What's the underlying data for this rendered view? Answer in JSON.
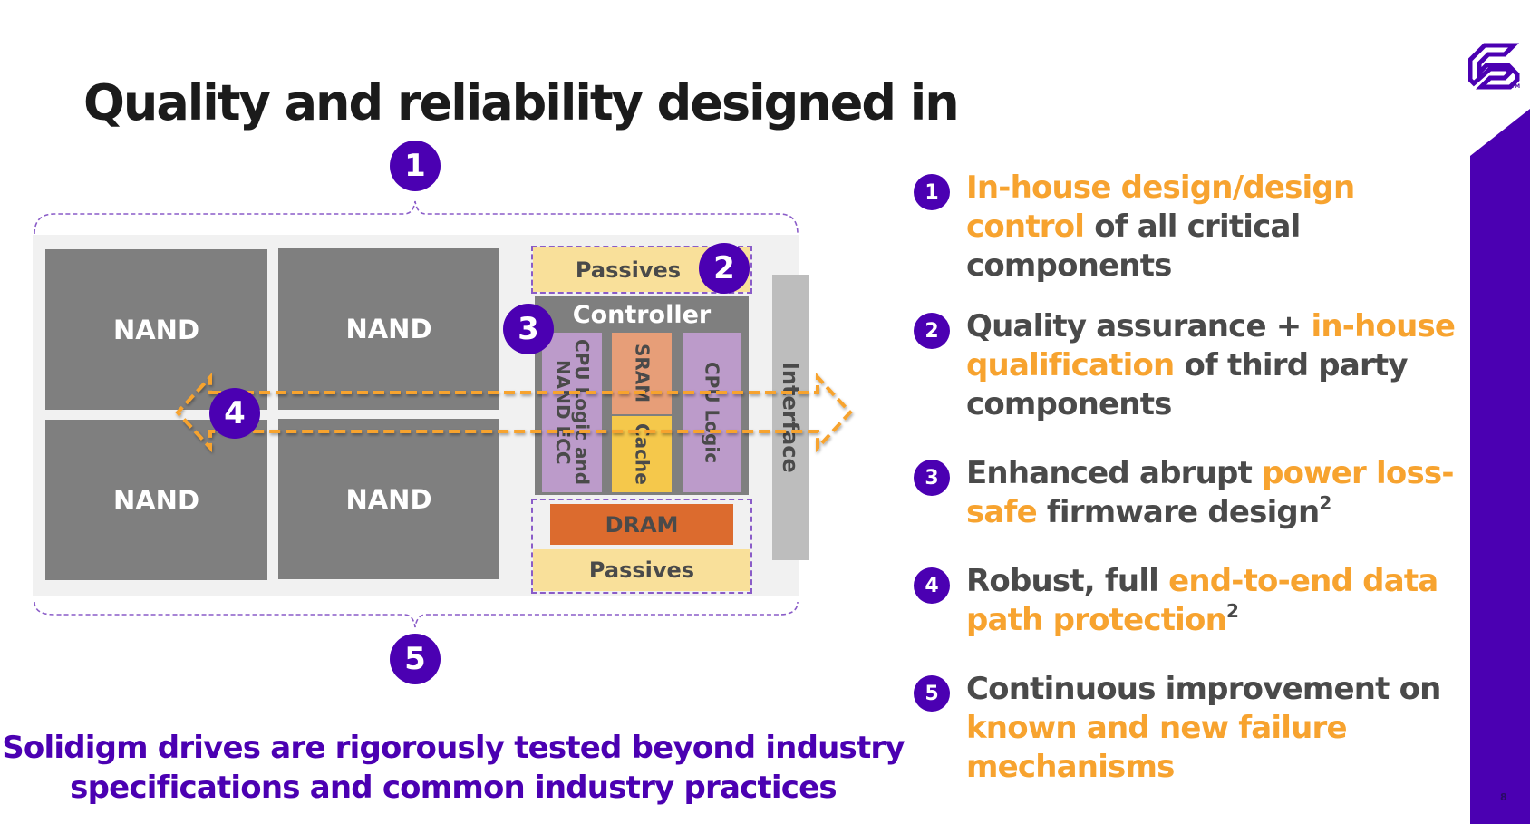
{
  "slide": {
    "title": "Quality and reliability designed in",
    "page_number": "8",
    "trademark": "TM",
    "colors": {
      "brand_purple": "#4b00b2",
      "highlight_orange": "#f7a32f",
      "text_gray": "#4a4a4a",
      "nand_gray": "#7f7f7f",
      "passives_yellow": "#f9e09a",
      "dram_orange": "#dc6b2e",
      "chip_purple": "#bc9bca",
      "sram_salmon": "#e79e78",
      "cache_yellow": "#f5c84b"
    }
  },
  "diagram": {
    "markers": [
      "1",
      "2",
      "3",
      "4",
      "5"
    ],
    "nand_label": "NAND",
    "passives_top": "Passives",
    "controller": "Controller",
    "chips": {
      "cpu_ecc": "CPU Logic and NAND ECC",
      "sram": "SRAM",
      "cache": "Cache",
      "cpu_logic": "CPU Logic"
    },
    "dram": "DRAM",
    "passives_bottom": "Passives",
    "interface": "Interface"
  },
  "points": [
    {
      "num": "1",
      "parts": [
        {
          "t": "In-house design/design control",
          "hl": true
        },
        {
          "t": " of all critical components",
          "hl": false
        }
      ]
    },
    {
      "num": "2",
      "parts": [
        {
          "t": "Quality assurance + ",
          "hl": false
        },
        {
          "t": "in-house qualification",
          "hl": true
        },
        {
          "t": " of third party components",
          "hl": false
        }
      ]
    },
    {
      "num": "3",
      "parts": [
        {
          "t": "Enhanced abrupt ",
          "hl": false
        },
        {
          "t": "power loss-safe",
          "hl": true
        },
        {
          "t": " firmware design",
          "hl": false
        },
        {
          "t": "2",
          "sup": true
        }
      ]
    },
    {
      "num": "4",
      "parts": [
        {
          "t": "Robust, full ",
          "hl": false
        },
        {
          "t": "end-to-end data path protection",
          "hl": true
        },
        {
          "t": "2",
          "sup": true
        }
      ]
    },
    {
      "num": "5",
      "parts": [
        {
          "t": "Continuous improvement on ",
          "hl": false
        },
        {
          "t": "known and new failure mechanisms",
          "hl": true
        }
      ]
    }
  ],
  "tagline": {
    "line1": "Solidigm drives are rigorously tested beyond industry",
    "line2": "specifications and common industry practices"
  }
}
